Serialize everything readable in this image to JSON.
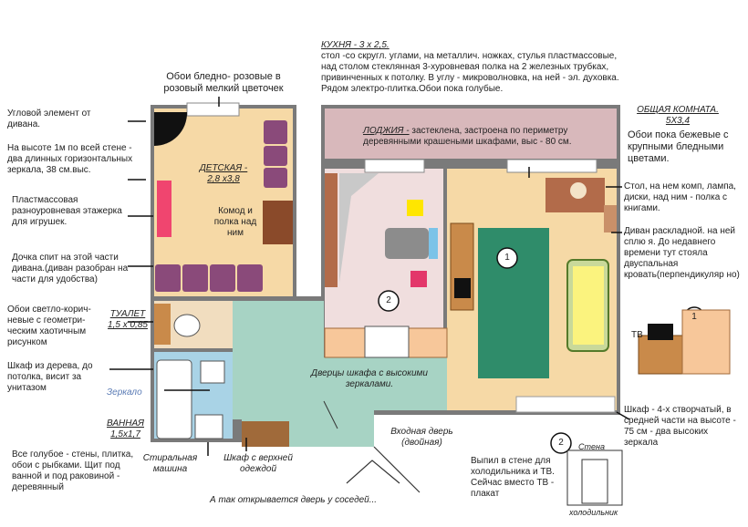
{
  "rooms": {
    "kids_title": "ДЕТСКАЯ -",
    "kids_size": "2,8 х3,8",
    "kitchen_title": "КУХНЯ - 3 х 2,5.",
    "loggia_title": "ЛОДЖИЯ -",
    "living_title": "ОБЩАЯ КОМНАТА.",
    "living_size": "5Х3,4",
    "toilet_title": "ТУАЛЕТ",
    "toilet_size": "1,5 х 0,85",
    "bath_title": "ВАННАЯ",
    "bath_size": "1,5х1,7"
  },
  "notes": {
    "wallpaper_pink": "Обои бледно- розовые в розовый мелкий цветочек",
    "corner": "Угловой элемент от дивана.",
    "mirrors_kids": "На высоте 1м по всей стене - два длинных горизонтальных зеркала, 38 см.выс.",
    "shelf": "Пластмассовая разноуровневая этажерка для игрушек.",
    "daughter": "Дочка спит на этой части дивана.(диван разобран на части для удобства)",
    "toilet_wallpaper": "Обои светло-корич-невые с геометри-ческим хаотичным рисунком",
    "toilet_cabinet": "Шкаф из дерева, до потолка, висит за унитазом",
    "mirror": "Зеркало",
    "bath_desc": "Все голубое - стены, плитка, обои с рыбками. Щит под ванной и под раковиной - деревянный",
    "washer": "Стиральная машина",
    "wardrobe": "Шкаф с верхней одеждой",
    "neighbors": "А так открывается дверь у соседей...",
    "entry": "Входная дверь (двойная)",
    "mirror_doors": "Дверцы шкафа с высокими зеркалами.",
    "kitchen_desc": "стол -со скругл. углами, на металлич. ножках, стулья пластмассовые, над столом стеклянная 3-хуровневая полка на 2 железных трубках, привинченных к потолку. В углу - микроволновка, на ней - эл. духовка. Рядом электро-плитка.Обои пока голубые.",
    "loggia_desc": "застеклена, застроена по периметру деревянными крашеными шкафами, выс - 80 см.",
    "living_wallpaper": "Обои пока бежевые с крупными бледными цветами.",
    "desk": "Стол, на нем комп, лампа, диски, над ним - полка с книгами.",
    "sofa": "Диван раскладной. на ней сплю я. До недавнего времени тут стояла двуспальная кровать(перпендикуляр но)",
    "wardrobe4": "Шкаф - 4-х створчатый, в средней части на высоте - 75 см - два высоких зеркала",
    "fridge_note": "Выпил в стене для холодильника и ТВ. Сейчас вместо ТВ - плакат",
    "dresser": "Комод и полка над ним",
    "tv": "ТВ",
    "wall": "Стена",
    "fridge": "холодильник"
  },
  "markers": [
    "1",
    "2",
    "1",
    "2"
  ]
}
